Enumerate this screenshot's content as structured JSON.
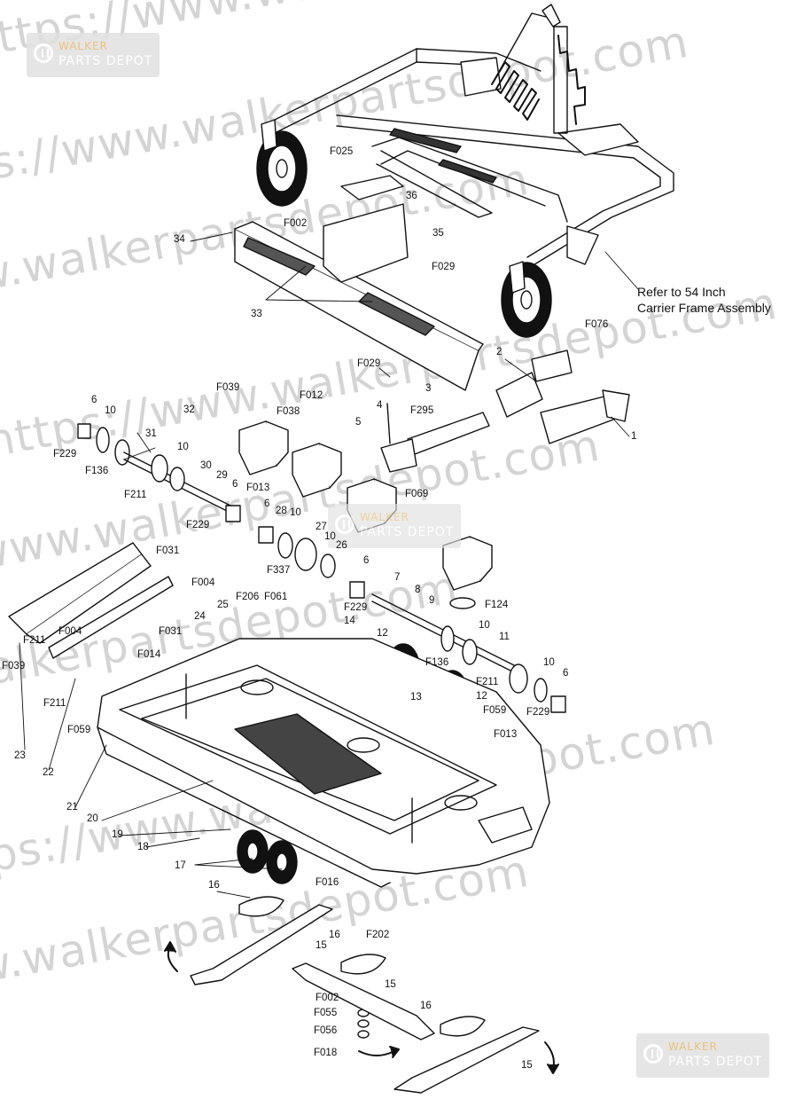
{
  "watermark": {
    "lines": [
      "https://www.walkerpartsdepot.com",
      "https://www.walkerpartsdepot.com",
      "https://www.walkerpartsdepot.com",
      "https://www.walkerpartsdepot.com",
      "https://www.walkerpartsdepot.com",
      "https://www.walkerpartsdepot.com",
      "https://www.walkerpartsdepot.com",
      "https://www.walkerpartsdepot.com"
    ]
  },
  "logo": {
    "line1": "WALKER",
    "line2": "PARTS DEPOT"
  },
  "note": {
    "line1": "Refer to 54 Inch",
    "line2": "Carrier Frame Assembly"
  },
  "callouts": [
    "F025",
    "36",
    "F002",
    "35",
    "34",
    "F029",
    "33",
    "F076",
    "F029",
    "2",
    "3",
    "4",
    "F295",
    "F039",
    "32",
    "F012",
    "F038",
    "5",
    "1",
    "6",
    "10",
    "31",
    "F229",
    "F136",
    "10",
    "30",
    "F211",
    "29",
    "F013",
    "F069",
    "6",
    "F229",
    "6",
    "28",
    "10",
    "27",
    "10",
    "26",
    "F337",
    "6",
    "F031",
    "F004",
    "7",
    "8",
    "9",
    "F124",
    "F206",
    "F061",
    "25",
    "F229",
    "24",
    "F031",
    "14",
    "F004",
    "F211",
    "F039",
    "12",
    "10",
    "11",
    "F014",
    "F136",
    "10",
    "6",
    "F211",
    "13",
    "12",
    "F059",
    "F229",
    "F211",
    "F059",
    "F013",
    "23",
    "22",
    "21",
    "20",
    "19",
    "18",
    "17",
    "F016",
    "16",
    "F202",
    "16",
    "15",
    "15",
    "F002",
    "F055",
    "F056",
    "F018",
    "16",
    "15"
  ]
}
